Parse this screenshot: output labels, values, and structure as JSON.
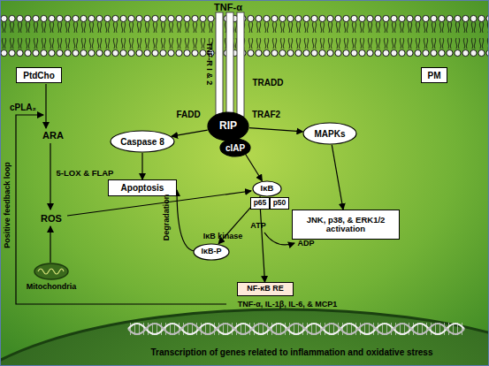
{
  "diagram": {
    "nodes": [
      {
        "text": [
          "PtdCho"
        ]
      },
      {
        "text": [
          "PM"
        ]
      },
      {
        "text": [
          "RIP"
        ]
      },
      {
        "text": [
          "cIAP"
        ]
      },
      {
        "text": [
          "Caspase 8"
        ]
      },
      {
        "text": [
          "Apoptosis"
        ]
      },
      {
        "text": [
          "MAPKs"
        ]
      },
      {
        "text": [
          "JNK, p38, & ERK1/2 activation"
        ]
      },
      {
        "text": [
          "IκB"
        ]
      },
      {
        "text": [
          "p65"
        ]
      },
      {
        "text": [
          "p50"
        ]
      },
      {
        "text": [
          "IκB-P"
        ]
      },
      {
        "text": [
          "NF-κB RE"
        ]
      }
    ],
    "edges": [
      {
        "from": 4,
        "to": 5,
        "arrow": "to"
      },
      {
        "from": 2,
        "to": 8,
        "arrow": "to"
      },
      {
        "from": 2,
        "to": 4,
        "arrow": "to"
      },
      {
        "from": 2,
        "to": 6,
        "arrow": "to"
      },
      {
        "from": 6,
        "to": 7,
        "arrow": "to"
      },
      {
        "from": 9,
        "to": 12,
        "arrow": "to"
      },
      {
        "from": 8,
        "to": 11,
        "arrow": "to"
      }
    ],
    "labels": [
      "TNF-α",
      "TNF-R I & 2",
      "TRADD",
      "FADD",
      "TRAF2",
      "cPLA₂",
      "ARA",
      "5-LOX & FLAP",
      "ROS",
      "Mitochondria",
      "Positive feedback loop",
      "Degradation",
      "IκB kinase",
      "ATP",
      "ADP",
      "TNF-α, IL-1β, IL-6, & MCP1",
      "Transcription of genes related to inflammation and oxidative stress"
    ]
  }
}
